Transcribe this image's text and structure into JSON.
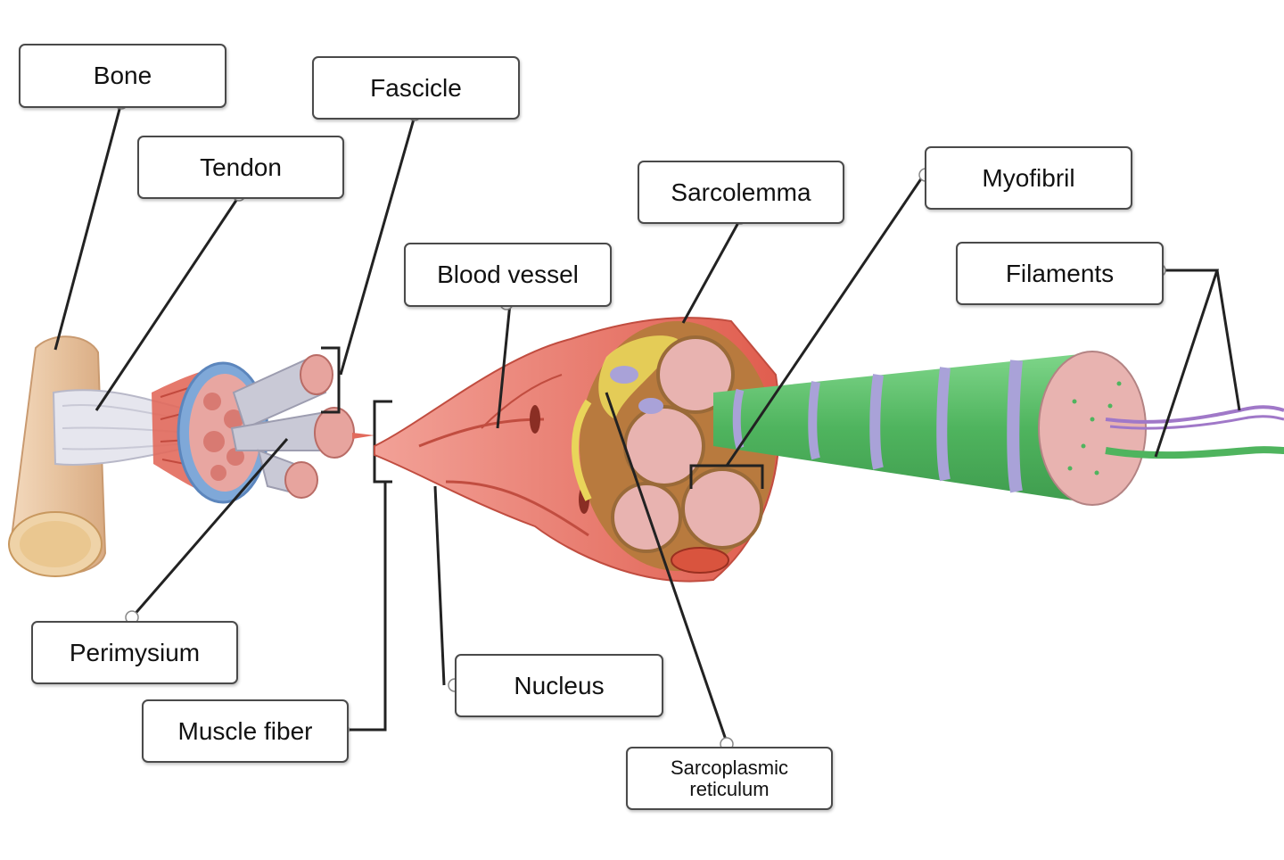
{
  "labels": {
    "bone": "Bone",
    "fascicle": "Fascicle",
    "tendon": "Tendon",
    "sarcolemma": "Sarcolemma",
    "myofibril": "Myofibril",
    "blood_vessel": "Blood vessel",
    "filaments": "Filaments",
    "perimysium": "Perimysium",
    "nucleus": "Nucleus",
    "muscle_fiber": "Muscle fiber",
    "sarcoplasmic_reticulum_line1": "Sarcoplasmic",
    "sarcoplasmic_reticulum_line2": "reticulum"
  },
  "colors": {
    "bone": "#e9c9a6",
    "muscle": "#e36b5c",
    "perimysium": "#7fa8d8",
    "fascicle_sheath": "#c8c8d6",
    "myofibril_green": "#5cbf6a",
    "band_purple": "#a9a2d8",
    "reticulum_yellow": "#e9d55a",
    "cell_pink": "#e8b3b0"
  }
}
